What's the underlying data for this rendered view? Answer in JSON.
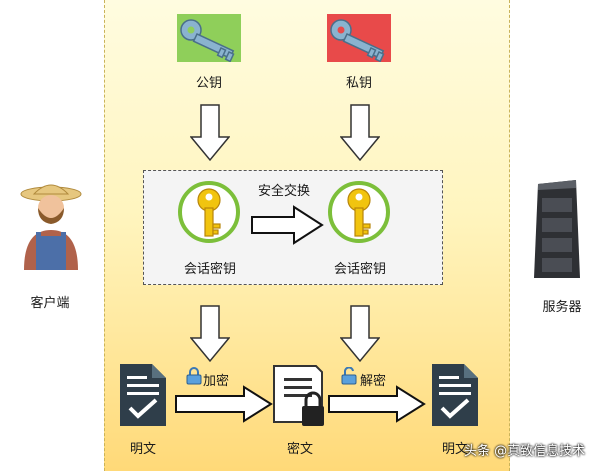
{
  "actors": {
    "client": "客户端",
    "server": "服务器"
  },
  "keys": {
    "public": "公钥",
    "private": "私钥",
    "session_left": "会话密钥",
    "session_right": "会话密钥",
    "exchange": "安全交换"
  },
  "flow": {
    "plaintext_left": "明文",
    "ciphertext": "密文",
    "plaintext_right": "明文",
    "encrypt": "加密",
    "decrypt": "解密"
  },
  "watermark": "头条 @真致信息技术",
  "colors": {
    "public_key_bg": "#8fcf5a",
    "private_key_bg": "#e84a4a",
    "key_metal": "#8ab3cf",
    "gold_key": "#f1c40f"
  }
}
